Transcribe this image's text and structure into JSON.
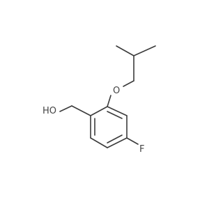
{
  "molecule": {
    "atoms": {
      "oxygen_ether": "O",
      "hydroxyl": "HO",
      "fluorine": "F"
    }
  },
  "colors": {
    "background": "#ffffff",
    "bond": "#3b3b3b",
    "label": "#444444"
  }
}
